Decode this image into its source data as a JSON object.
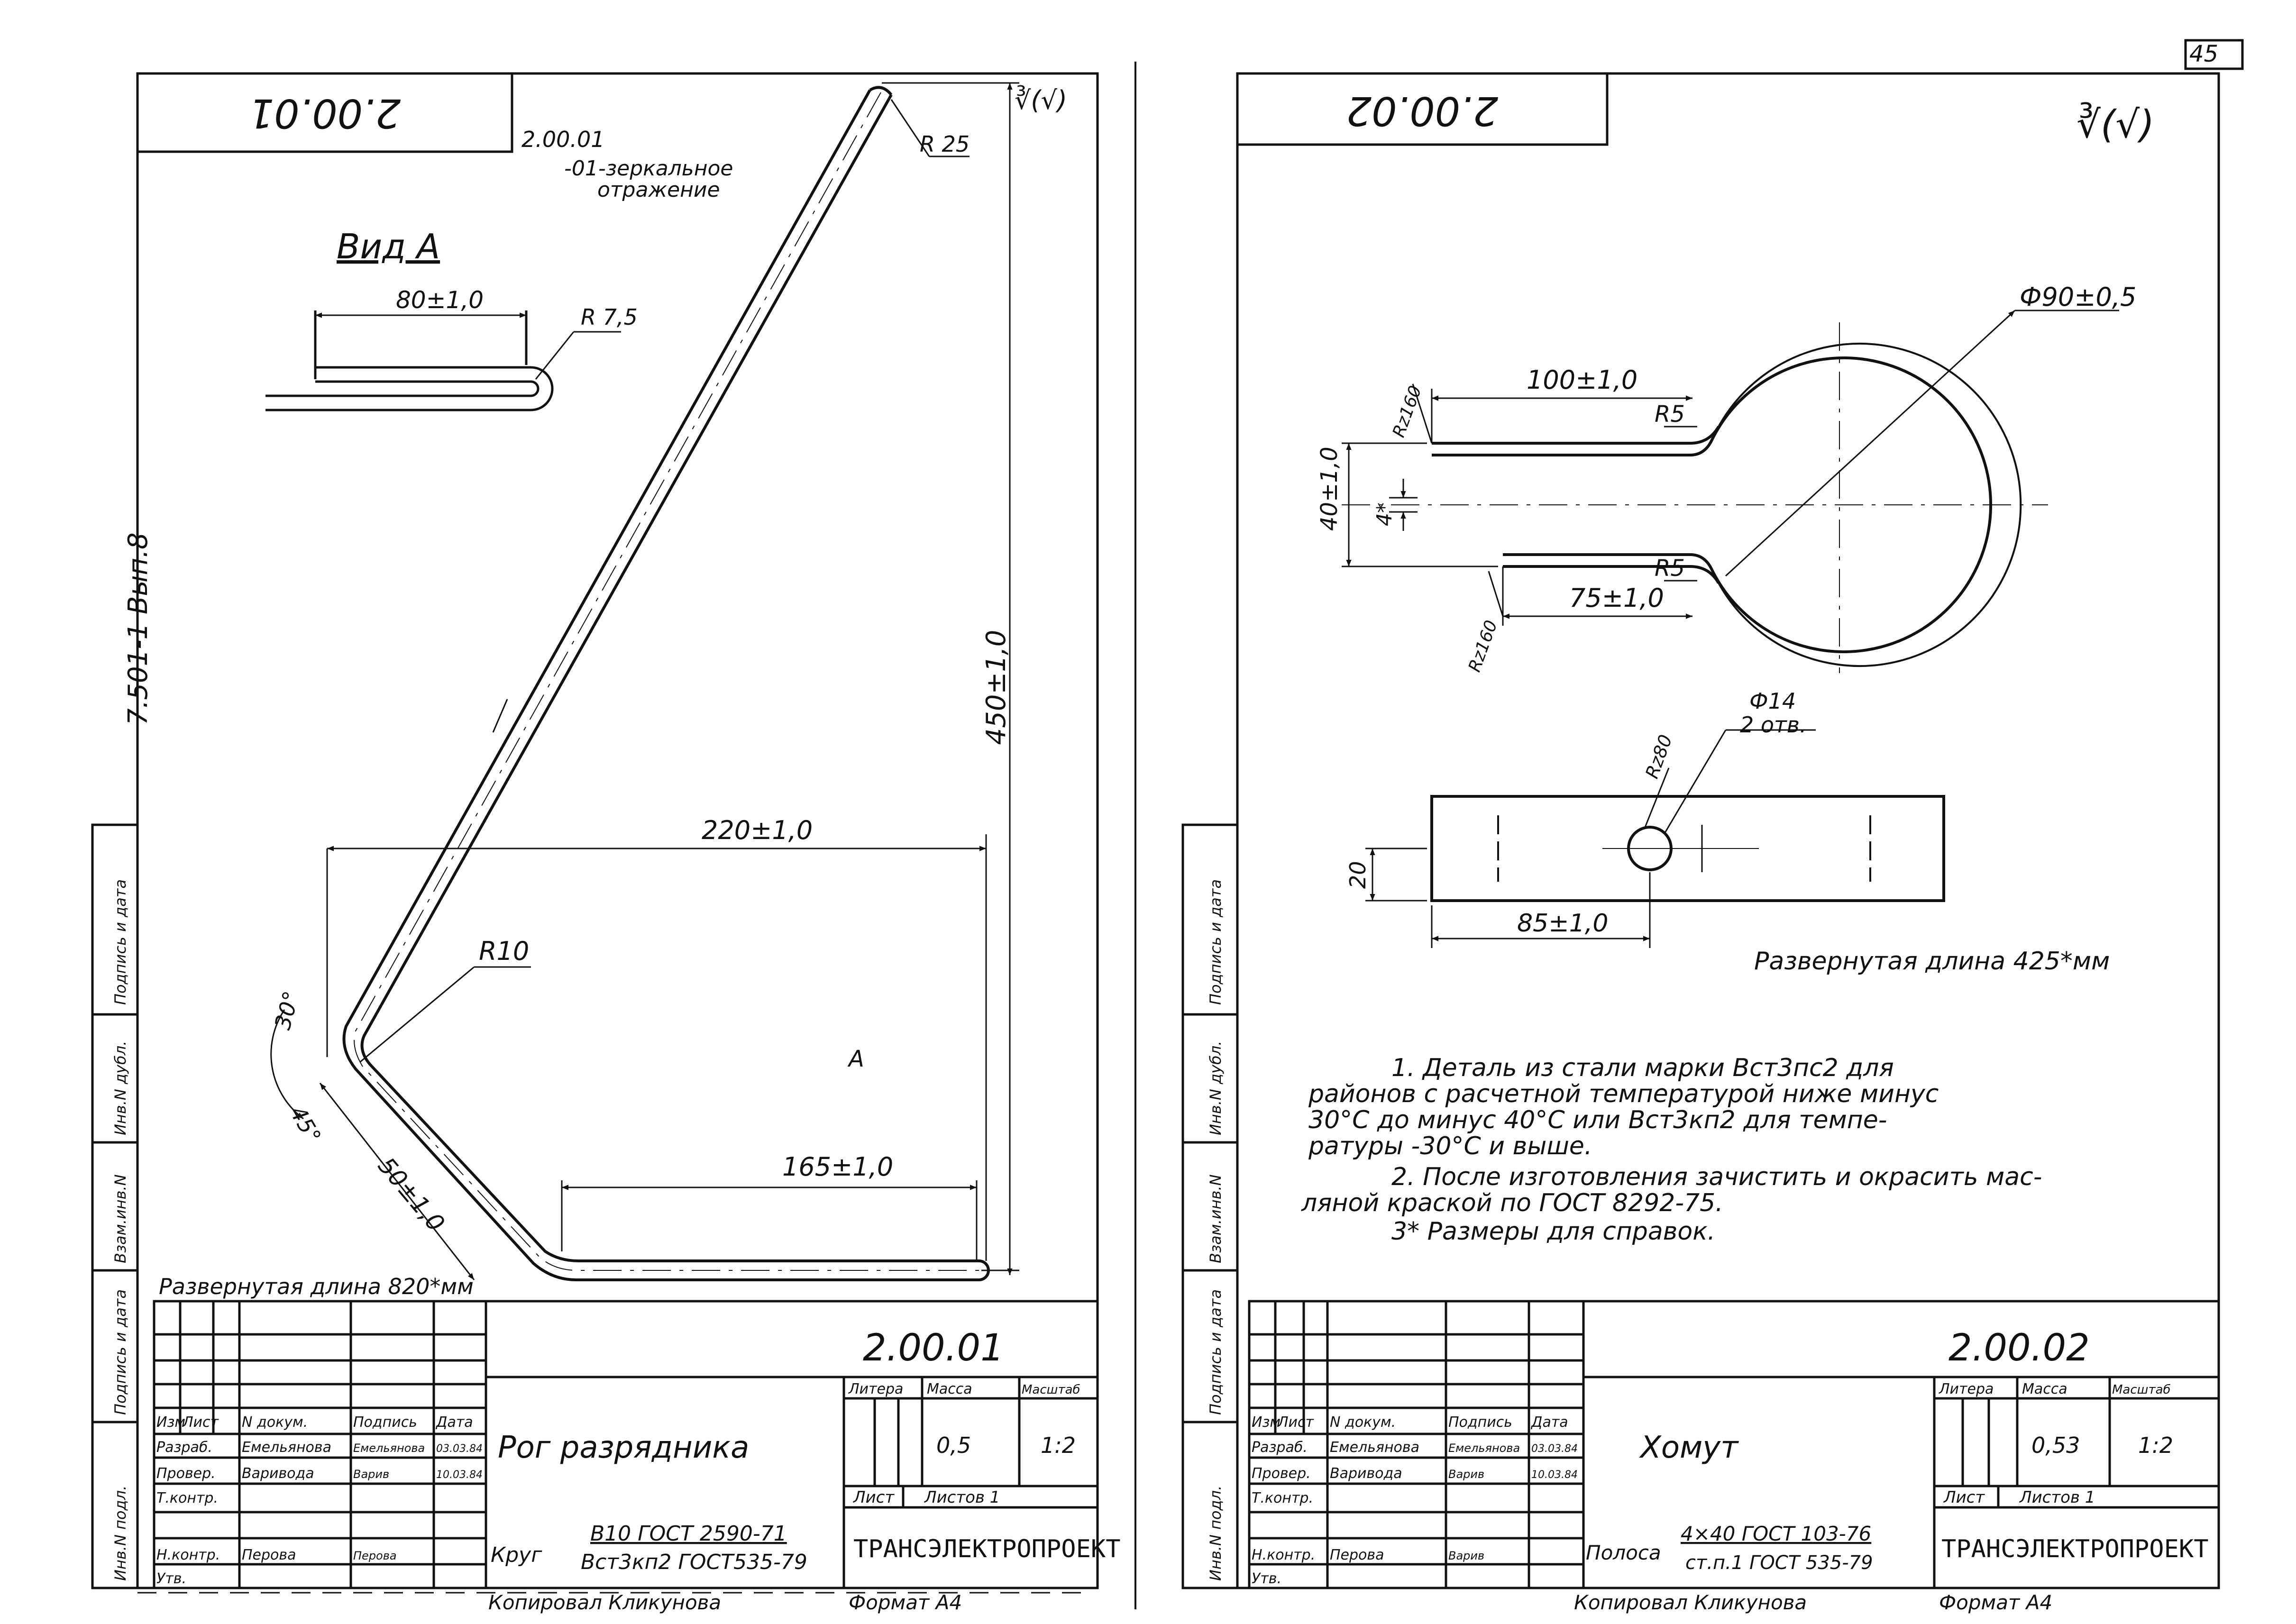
{
  "page_number": "45",
  "margin_text": "7.501-1 Вып.8",
  "margin_stamp_cells": [
    "Подпись и дата",
    "Инв.N дубл.",
    "Взам.инв.N",
    "Подпись и дата",
    "Инв.N подл."
  ],
  "sheet1": {
    "top_code": "2.00.01",
    "ref_code": "2.00.01",
    "mirror_note_1": "-01-зеркальное",
    "mirror_note_2": "отражение",
    "roughness": "∛(√)",
    "view_label": "Вид А",
    "dims": {
      "view_width": "80±1,0",
      "view_radius": "R 7,5",
      "top_radius": "R 25",
      "height": "450±1,0",
      "span": "220±1,0",
      "bend_radius": "R10",
      "angle30": "30°",
      "angle45": "45°",
      "diag": "50±1,0",
      "base": "165±1,0",
      "view_arrow": "А"
    },
    "unfolded_length": "Развернутая длина 820*мм",
    "title": {
      "doc_number": "2.00.01",
      "name": "Рог разрядника",
      "col_headers": [
        "Изм",
        "Лист",
        "N докум.",
        "Подпись",
        "Дата"
      ],
      "rows": [
        {
          "role": "Разраб.",
          "name": "Емельянова",
          "sign": "Емельянова",
          "date": "03.03.84"
        },
        {
          "role": "Провер.",
          "name": "Варивода",
          "sign": "Варив",
          "date": "10.03.84"
        },
        {
          "role": "Т.контр.",
          "name": "",
          "sign": "",
          "date": ""
        },
        {
          "role": "",
          "name": "",
          "sign": "",
          "date": ""
        },
        {
          "role": "Н.контр.",
          "name": "Перова",
          "sign": "Перова",
          "date": ""
        },
        {
          "role": "Утв.",
          "name": "",
          "sign": "",
          "date": ""
        }
      ],
      "litera_label": "Литера",
      "mass_label": "Масса",
      "scale_label": "Масштаб",
      "mass": "0,5",
      "scale": "1:2",
      "sheet_label": "Лист",
      "sheets_label": "Листов 1",
      "material_prefix": "Круг",
      "material_line1": "В10 ГОСТ 2590-71",
      "material_line2": "Вст3кп2 ГОСТ535-79",
      "company": "ТРАНСЭЛЕКТРОПРОЕКТ",
      "copied": "Копировал Кликунова",
      "format": "Формат А4"
    }
  },
  "sheet2": {
    "top_code": "2.00.02",
    "roughness": "∛(√)",
    "dims": {
      "diameter": "Ф90±0,5",
      "upper_len": "100±1,0",
      "lower_len": "75±1,0",
      "r5_top": "R5",
      "r5_bot": "R5",
      "rz_top": "Rz160",
      "rz_bot": "Rz160",
      "width": "40±1,0",
      "gap": "4*",
      "hole": "Ф14",
      "hole_count": "2 отв.",
      "rz80": "Rz80",
      "strip_height": "20",
      "hole_pos": "85±1,0"
    },
    "unfolded_length": "Развернутая длина 425*мм",
    "notes": [
      "1. Деталь из стали марки Вст3пс2 для",
      "районов с расчетной температурой ниже минус",
      "30°С до минус 40°С или Вст3кп2 для темпе-",
      "ратуры -30°С и выше.",
      "2. После изготовления зачистить и окрасить мас-",
      "ляной краской по ГОСТ 8292-75.",
      "3* Размеры для справок."
    ],
    "title": {
      "doc_number": "2.00.02",
      "name": "Хомут",
      "col_headers": [
        "Изм",
        "Лист",
        "N докум.",
        "Подпись",
        "Дата"
      ],
      "rows": [
        {
          "role": "Разраб.",
          "name": "Емельянова",
          "sign": "Емельянова",
          "date": "03.03.84"
        },
        {
          "role": "Провер.",
          "name": "Варивода",
          "sign": "Варив",
          "date": "10.03.84"
        },
        {
          "role": "Т.контр.",
          "name": "",
          "sign": "",
          "date": ""
        },
        {
          "role": "",
          "name": "",
          "sign": "",
          "date": ""
        },
        {
          "role": "Н.контр.",
          "name": "Перова",
          "sign": "Варив",
          "date": ""
        },
        {
          "role": "Утв.",
          "name": "",
          "sign": "",
          "date": ""
        }
      ],
      "litera_label": "Литера",
      "mass_label": "Масса",
      "scale_label": "Масштаб",
      "mass": "0,53",
      "scale": "1:2",
      "sheet_label": "Лист",
      "sheets_label": "Листов 1",
      "material_prefix": "Полоса",
      "material_line1": "4×40 ГОСТ 103-76",
      "material_line2": "ст.п.1 ГОСТ 535-79",
      "company": "ТРАНСЭЛЕКТРОПРОЕКТ",
      "copied": "Копировал Кликунова",
      "format": "Формат А4"
    }
  }
}
